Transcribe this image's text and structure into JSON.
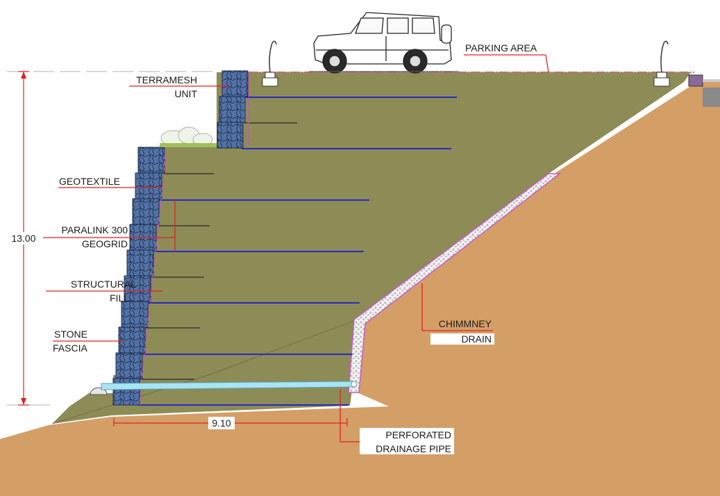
{
  "labels": {
    "parking_area": "PARKING AREA",
    "terramesh_1": "TERRAMESH",
    "terramesh_2": "UNIT",
    "geotextile": "GEOTEXTILE",
    "paralink_1": "PARALINK 300",
    "paralink_2": "GEOGRID",
    "structural_1": "STRUCTURAL",
    "structural_2": "FILL",
    "stone_1": "STONE",
    "stone_2": "FASCIA",
    "chimney_1": "CHIMMNEY",
    "chimney_2": "DRAIN",
    "perforated_1": "PERFORATED",
    "perforated_2": "DRAINAGE PIPE"
  },
  "dimensions": {
    "height": "13.00",
    "base_width": "9.10"
  },
  "colors": {
    "soil": "#d49f67",
    "fill": "#8d8c57",
    "stone": "#4d6da0",
    "geogrid": "#1a1ad8",
    "leader": "#e02020",
    "drain_outline": "#c858c8",
    "pipe": "#a8e4f2"
  }
}
